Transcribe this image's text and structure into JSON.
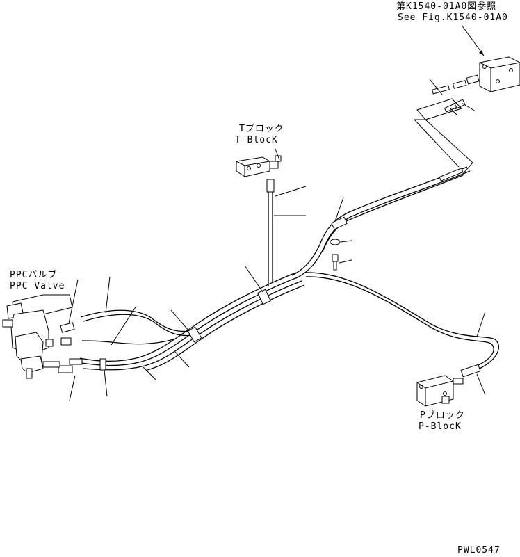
{
  "labels": {
    "ref_jp": "第K1540-01A0図参照",
    "ref_en": "See Fig.K1540-01A0",
    "tblock_jp": "Tブロック",
    "tblock_en": "T-BlocK",
    "ppc_jp": "PPCバルブ",
    "ppc_en": "PPC Valve",
    "pblock_jp": "Pブロック",
    "pblock_en": "P-BlocK",
    "drawing_code": "PWL0547"
  }
}
